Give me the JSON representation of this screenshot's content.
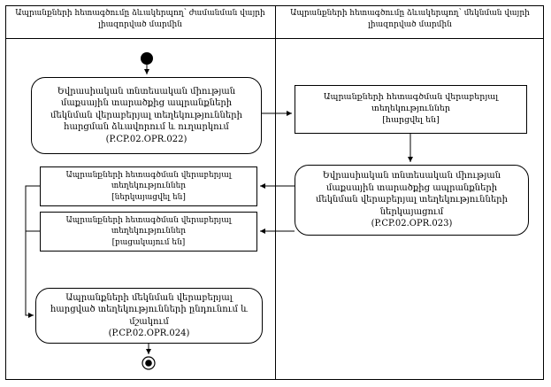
{
  "diagram": {
    "lanes": [
      {
        "title": "Ապրանքների հետագծումը ձևակերպող՝ ժամանման վայրի լիազորված մարմին"
      },
      {
        "title": "Ապրանքների հետագծումը ձևակերպող՝ մեկնման վայրի լիազորված մարմին"
      }
    ],
    "nodes": {
      "action_022": {
        "label": "Եվրասիական տնտեսական միության մաքսային տարածքից ապրանքների մեկնման վերաբերյալ տեղեկությունների հարցման ձևավորում և ուղարկում",
        "code": "(P.CP.02.OPR.022)"
      },
      "object_requested": {
        "label": "Ապրանքների հետագծման վերաբերյալ տեղեկություններ",
        "state": "[հարցվել են]"
      },
      "action_023": {
        "label": "Եվրասիական տնտեսական միության մաքսային տարածքից ապրանքների մեկնման վերաբերյալ տեղեկությունների ներկայացում",
        "code": "(P.CP.02.OPR.023)"
      },
      "object_presented": {
        "label": "Ապրանքների հետագծման վերաբերյալ տեղեկություններ",
        "state": "[ներկայացվել են]"
      },
      "object_absent": {
        "label": "Ապրանքների հետագծման վերաբերյալ տեղեկություններ",
        "state": "[բացակայում են]"
      },
      "action_024": {
        "label": "Ապրանքների մեկնման վերաբերյալ հարցված տեղեկությունների ընդունում և մշակում",
        "code": "(P.CP.02.OPR.024)"
      }
    }
  }
}
